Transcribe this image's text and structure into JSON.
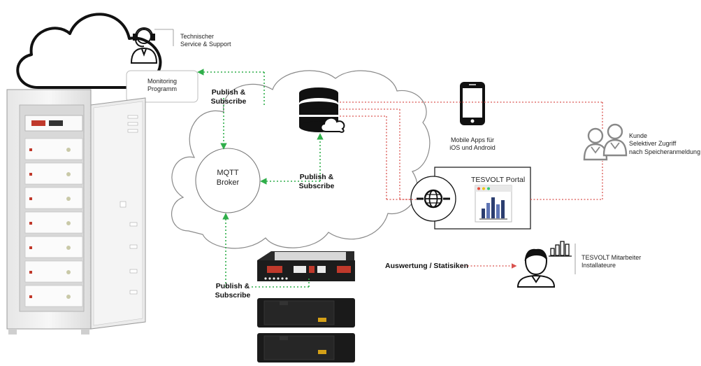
{
  "support": {
    "line1": "Technischer",
    "line2": "Service & Support"
  },
  "monitoring": {
    "line1": "Monitoring",
    "line2": "Programm"
  },
  "publish_top": {
    "line1": "Publish &",
    "line2": "Subscribe"
  },
  "publish_mid": {
    "line1": "Publish &",
    "line2": "Subscribe"
  },
  "publish_bottom": {
    "line1": "Publish &",
    "line2": "Subscribe"
  },
  "broker": {
    "line1": "MQTT",
    "line2": "Broker"
  },
  "mobile": {
    "line1": "Mobile Apps für",
    "line2": "iOS und Android"
  },
  "customer": {
    "line1": "Kunde",
    "line2": "Selektiver Zugriff",
    "line3": "nach Speicheranmeldung"
  },
  "portal": {
    "title": "TESVOLT Portal"
  },
  "evaluation": {
    "label": "Auswertung / Statisiken"
  },
  "staff": {
    "line1": "TESVOLT Mitarbeiter",
    "line2": "Installateure"
  },
  "colors": {
    "green_link": "#2fae4a",
    "red_link": "#d9534f",
    "cloud_stroke": "#8a8a8a"
  }
}
